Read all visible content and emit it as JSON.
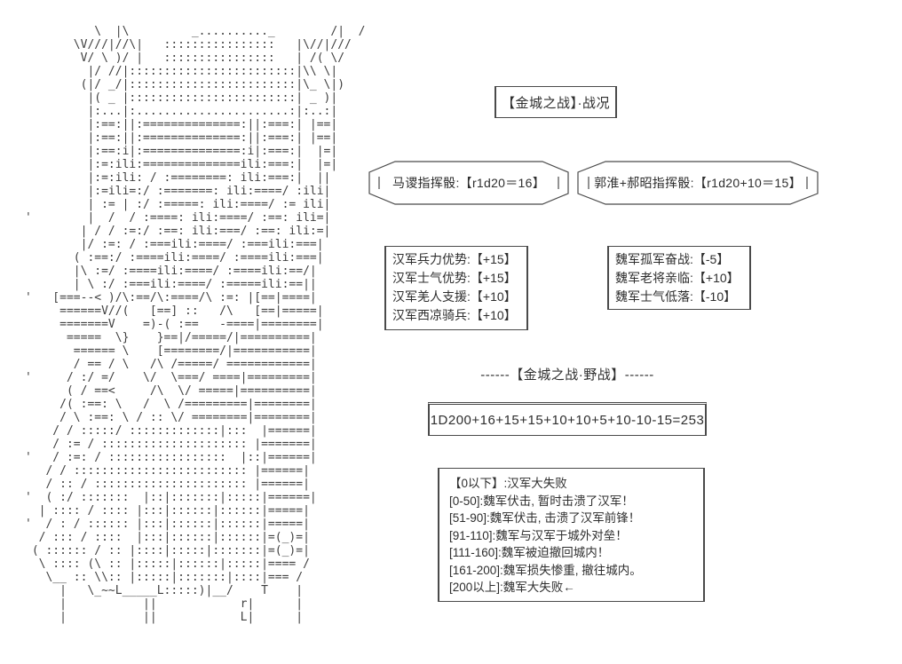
{
  "page": {
    "background": "#ffffff",
    "ink_color": "#3f3f3f",
    "border_color": "#4a4a4a"
  },
  "ascii_art": {
    "subject": "castle-tower-on-cliff",
    "lines": [
      "          \\  |\\         _.........._        /|  /",
      "       \\V///|//\\|   ::::::::::::::::   |\\//|///",
      "        V/ \\ )/ |   ::::::::::::::::   | /( \\/",
      "         |/ //|::::::::::::::::::::::::|\\\\ \\|",
      "        (|/ _/|::::::::::::::::::::::::|\\_ \\|)",
      "         |( _ |::::::::::::::::::::::::| _ )|",
      "         |:...|:......................:|:..:|",
      "         |:==:||:==============:||:===:| |==|",
      "         |:==:||:==============:||:===:| |==|",
      "         |:==:i|:==============:i|:===:|  |=|",
      "         |:=:ili:==============ili:===:|  |=|",
      "         |:=:ili: / :========: ili:===:|  ||",
      "         |:=ili=:/ :=======: ili:====/ :ili|",
      "         | := | :/ :=====: ili:====/ := ili|",
      "'        |  /  / :====: ili:====/ :==: ili=|",
      "        | / / :=:/ :==: ili:===/ :==: ili:=|",
      "        |/ :=: / :===ili:====/ :===ili:===|",
      "       ( :==:/ :====ili:====/ :====ili:===|",
      "       |\\ :=/ :====ili:====/ :====ili:==/|",
      "       | \\ :/ :===ili:====/ :=====ili:==||",
      "'   [===--< )/\\:==/\\:====/\\ :=: |[==|====|",
      "     ======V//(   [==] ::   /\\   [==|=====|",
      "     =======V    =)-( :==   -====|========|",
      "      =====  \\}    }==|/=====/|==========|",
      "       ====== \\    [========/|===========|",
      "       / == / \\   /\\ /=====/ ============|",
      "'     / :/ =/    \\/  \\===/ ====|=========|",
      "      ( / ==<     /\\  \\/ =====|==========|",
      "     /( :==: \\   /  \\ /=========|========|",
      "     / \\ :==: \\ / :: \\/ ========|========|",
      "    / / :::::/ :::::::::::::|:::  |======|",
      "    / := / ::::::::::::::::::::: |=======|",
      "'   / :=: / :::::::::::::::::  |::|======|",
      "   / / ::::::::::::::::::::::::: |======|",
      "   / :: / :::::::::::::::::::::: |======|",
      "'  ( :/ :::::::  |::|:::::::|:::::|======|",
      "  | :::: / :::: |:::|::::::|::::::|=====|",
      "'  / : / :::::: |:::|::::::|::::::|=====|",
      "  / ::: / ::::  |:::|::::::|::::::|=(_)=|",
      " ( :::::: / :: |::::|:::::|:::::::|=(_)=|",
      "  \\ :::: (\\ :: |:::::|::::::|:::::|==== /",
      "   \\__ :: \\\\:: |:::::|:::::::|::::|=== /",
      "     |   \\_~~L_____L:::::)|__/    T    |",
      "     |           ||            r|      |",
      "     |           ||            L|      |"
    ]
  },
  "battle_status": {
    "title": "【金城之战】·战况",
    "dice_rolls": [
      {
        "label": "马谡指挥骰:【r1d20＝16】"
      },
      {
        "label": "郭淮+郝昭指挥骰:【r1d20+10＝15】"
      }
    ],
    "han_modifiers": [
      "汉军兵力优势:【+15】",
      "汉军士气优势:【+15】",
      "汉军羌人支援:【+10】",
      "汉军西凉骑兵:【+10】"
    ],
    "wei_modifiers": [
      "魏军孤军奋战:【-5】",
      "魏军老将亲临:【+10】",
      "魏军士气低落:【-10】"
    ],
    "field_battle_heading": "------【金城之战·野战】------",
    "roll_total": "1D200+16+15+15+10+10+5+10-10-15=253",
    "outcome_table": [
      "【0以下】:汉军大失败",
      "[0-50]:魏军伏击, 暂时击溃了汉军！",
      "[51-90]:魏军伏击, 击溃了汉军前锋！",
      "[91-110]:魏军与汉军于城外对垒！",
      "[111-160]:魏军被迫撤回城内！",
      "[161-200]:魏军损失惨重, 撤往城内。",
      "[200以上]:魏军大失败←"
    ]
  }
}
